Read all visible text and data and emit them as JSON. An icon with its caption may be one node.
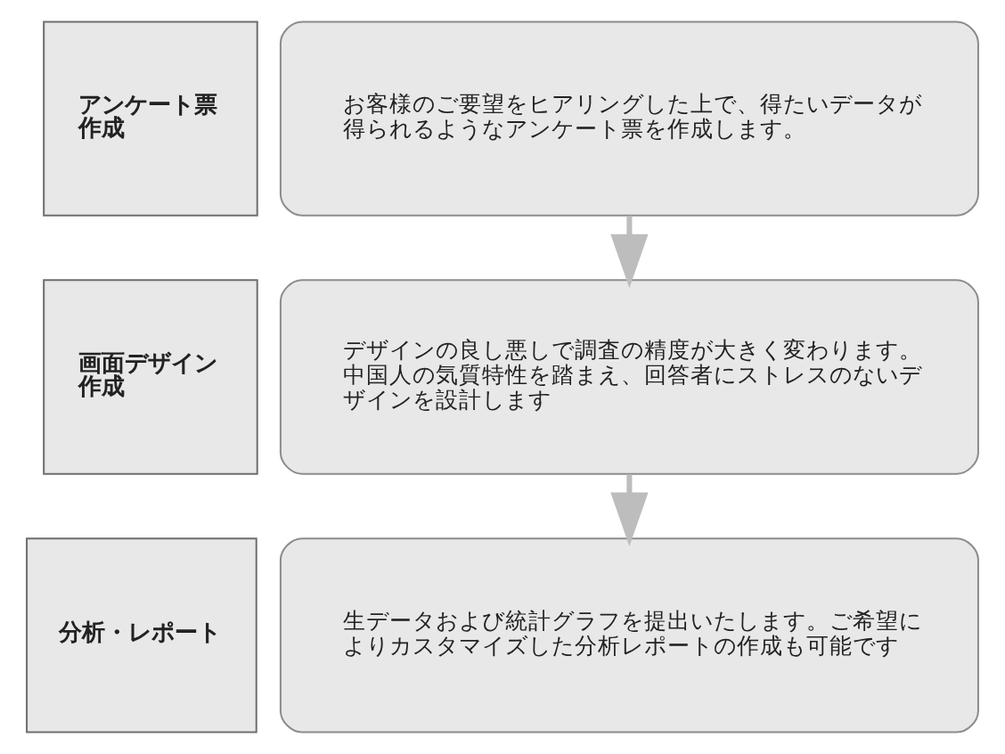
{
  "diagram": {
    "nodes": [
      {
        "text": [
          "アンケート票作成"
        ]
      },
      {
        "text": [
          "お客様のご要望をヒアリングした上で、得たいデータが得られるようなアンケート票を作成します。"
        ]
      },
      {
        "text": [
          "画面デザイン作成"
        ]
      },
      {
        "text": [
          "デザインの良し悪しで調査の精度が大きく変わります。中国人の気質特性を踏まえ、回答者にストレスのないデザインを設計します"
        ]
      },
      {
        "text": [
          "分析・レポート"
        ]
      },
      {
        "text": [
          "生データおよび統計グラフを提出いたします。ご希望によりカスタマイズした分析レポートの作成も可能です"
        ]
      }
    ],
    "edges": [
      {
        "from": 1,
        "to": 3,
        "arrow": "to"
      },
      {
        "from": 3,
        "to": 5,
        "arrow": "to"
      }
    ]
  }
}
